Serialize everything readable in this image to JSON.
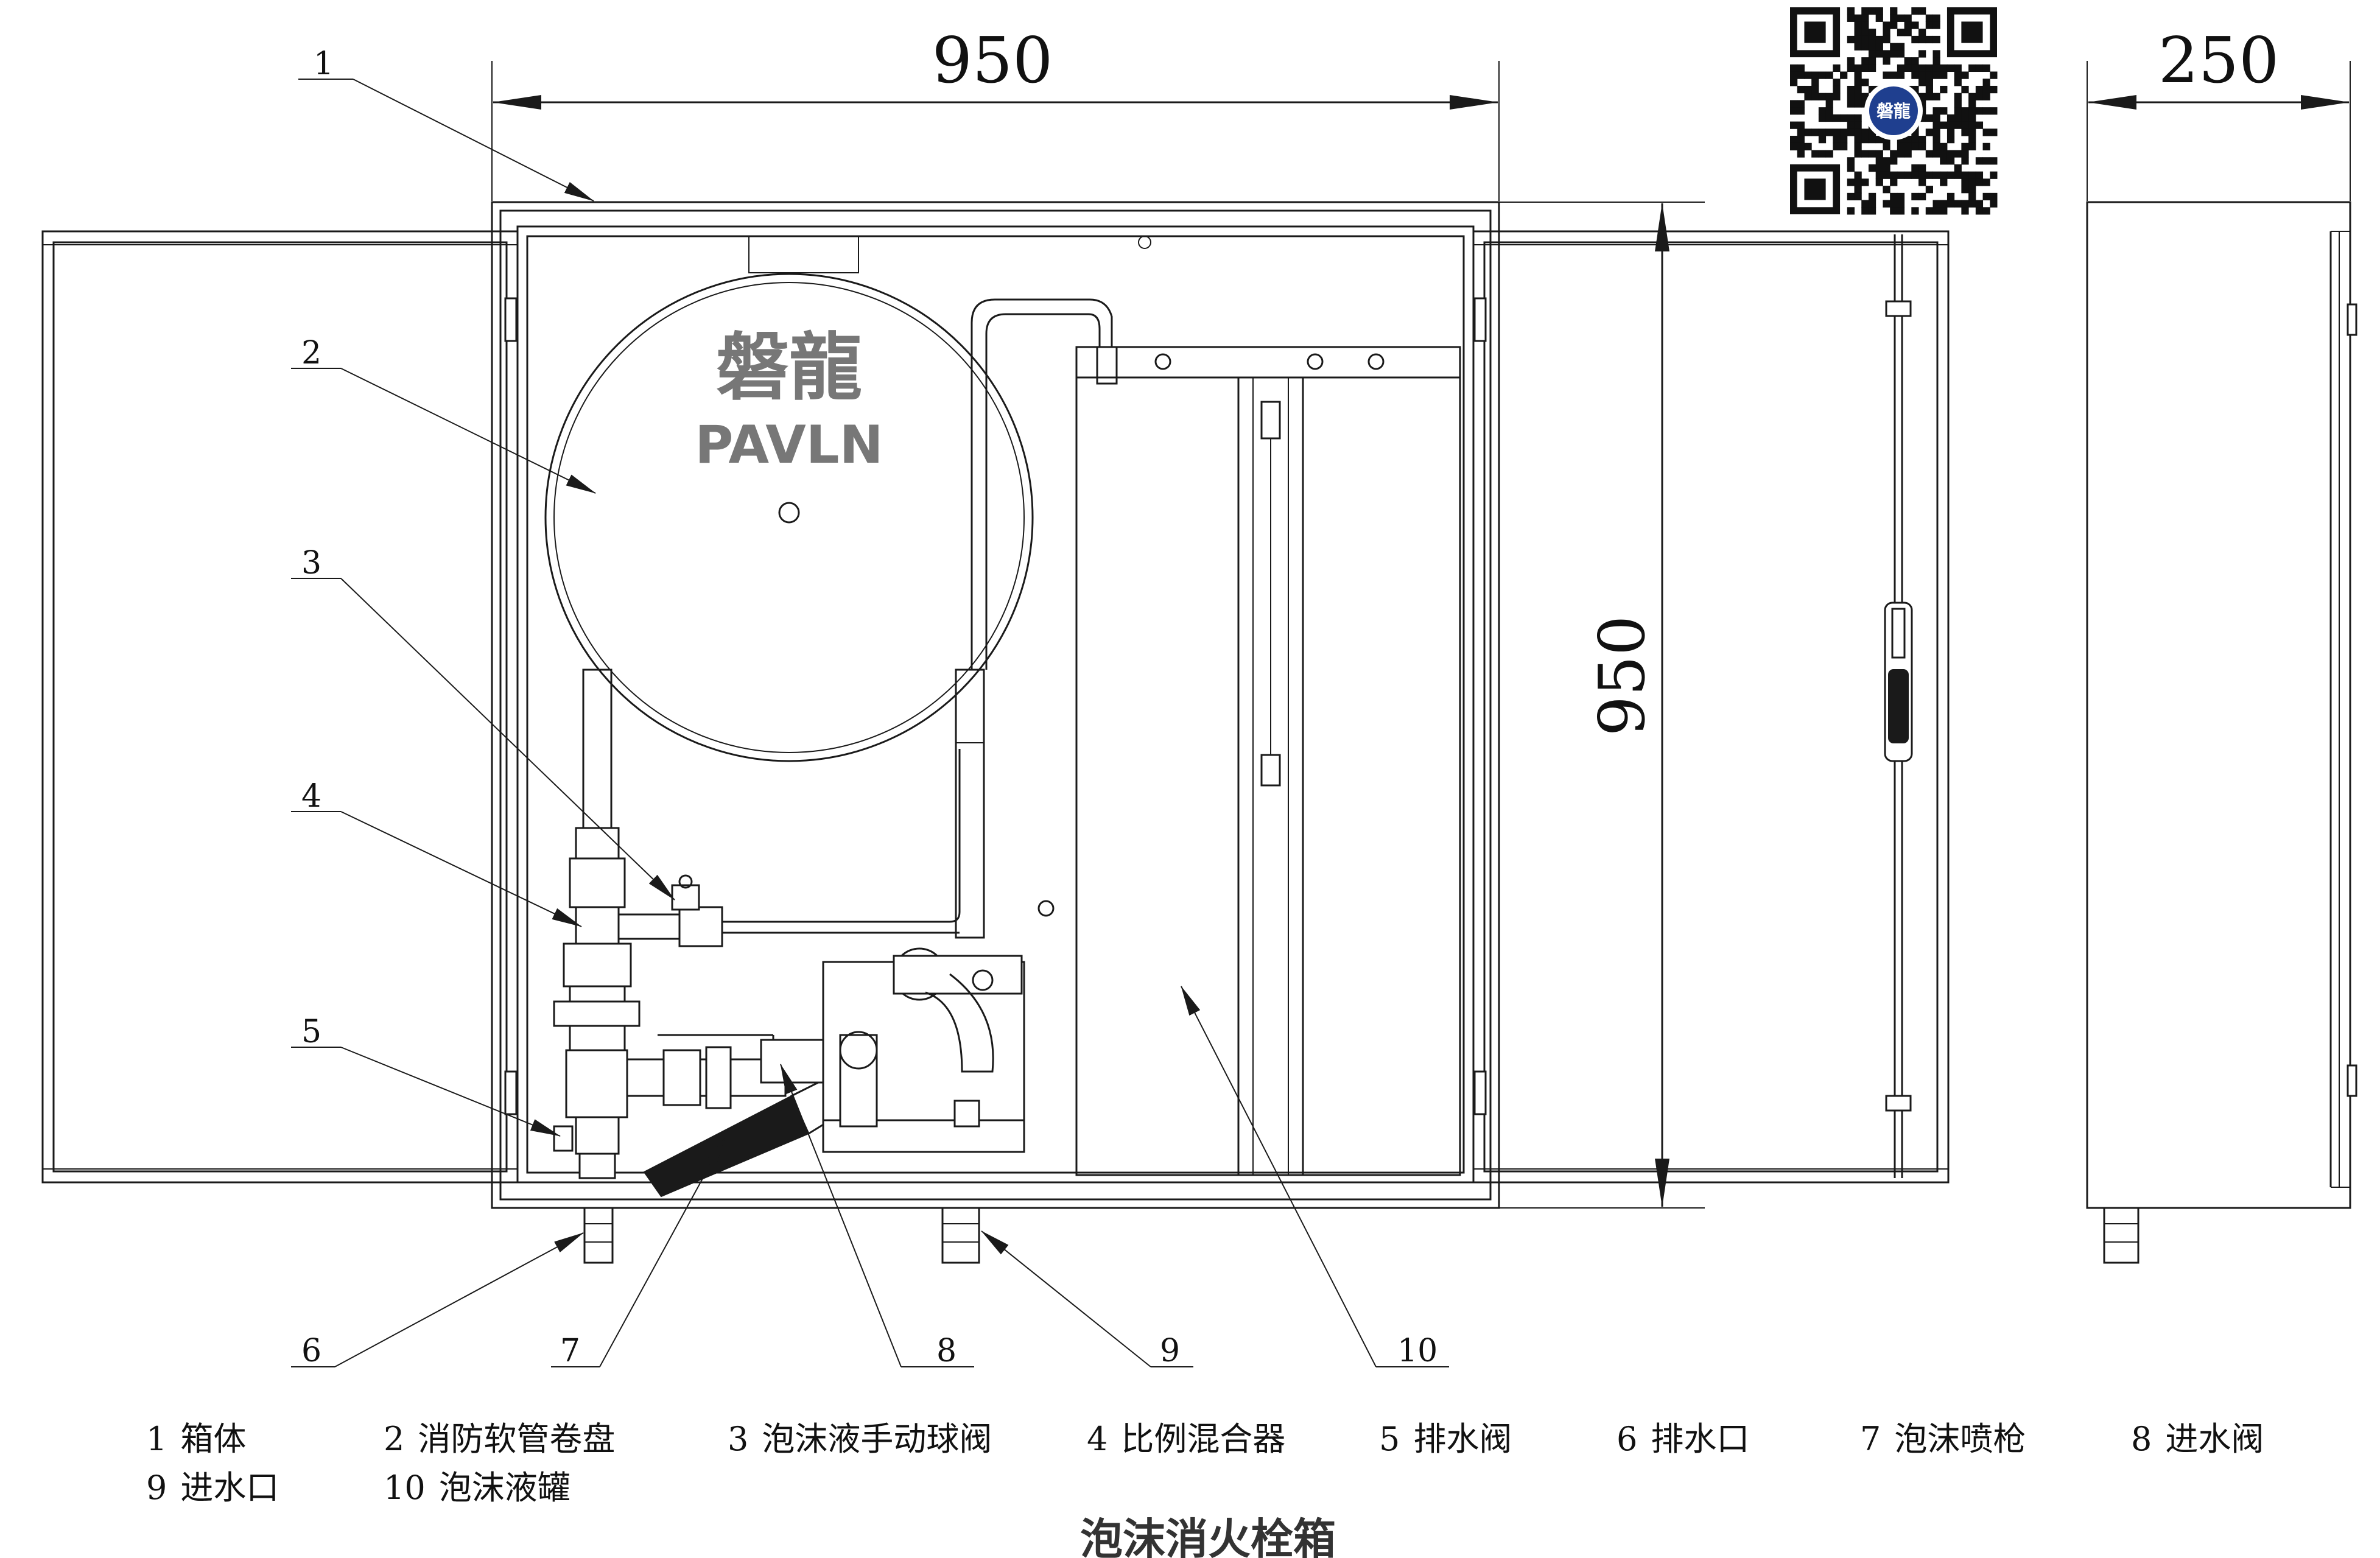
{
  "dimensions": {
    "width": "950",
    "height": "950",
    "depth": "250"
  },
  "brand": {
    "name_cn": "磐龍",
    "name_en": "PAVLN"
  },
  "callouts": [
    "1",
    "2",
    "3",
    "4",
    "5",
    "6",
    "7",
    "8",
    "9",
    "10"
  ],
  "legend": [
    {
      "num": "1",
      "label": "箱体"
    },
    {
      "num": "2",
      "label": "消防软管卷盘"
    },
    {
      "num": "3",
      "label": "泡沫液手动球阀"
    },
    {
      "num": "4",
      "label": "比例混合器"
    },
    {
      "num": "5",
      "label": "排水阀"
    },
    {
      "num": "6",
      "label": "排水口"
    },
    {
      "num": "7",
      "label": "泡沫喷枪"
    },
    {
      "num": "8",
      "label": "进水阀"
    },
    {
      "num": "9",
      "label": "进水口"
    },
    {
      "num": "10",
      "label": "泡沫液罐"
    }
  ],
  "caption": "泡沫消火栓箱",
  "colors": {
    "line": "#1a1a1a",
    "logo": "#777777",
    "qr_badge": "#1f3f8f"
  },
  "icons": [
    "qr-code-icon"
  ]
}
